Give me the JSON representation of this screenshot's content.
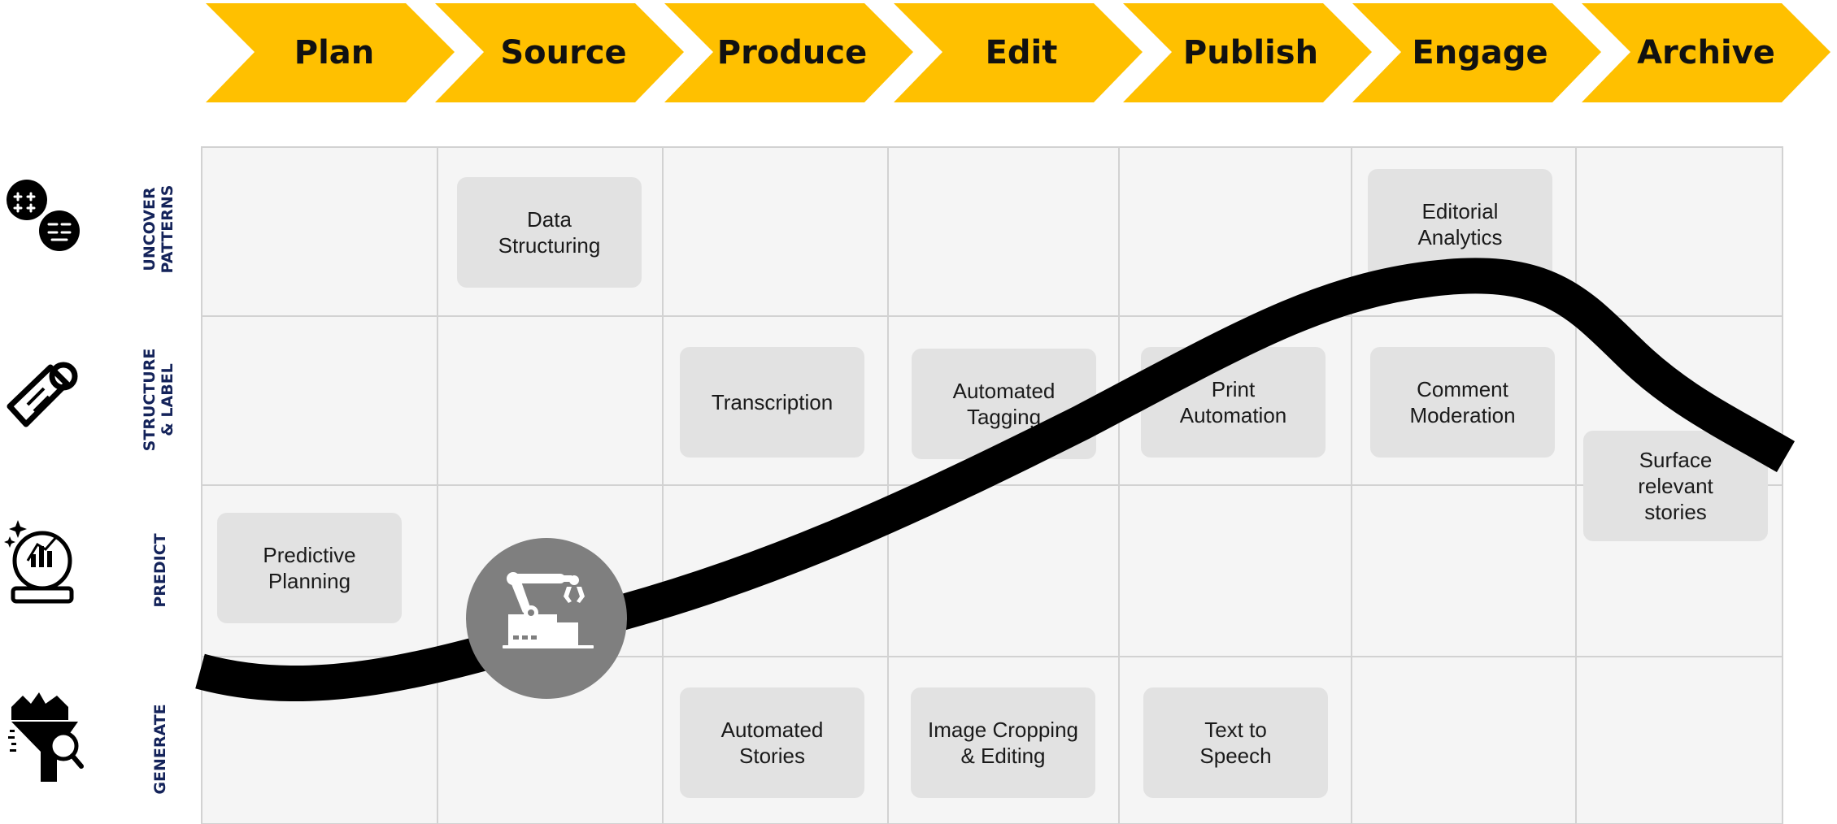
{
  "colors": {
    "accent": "#FFC000",
    "grid_bg": "#f5f5f5",
    "card_bg": "#e2e2e2",
    "row_label": "#14235a",
    "curve": "#000000",
    "badge": "#7f7f7f"
  },
  "stages": [
    "Plan",
    "Source",
    "Produce",
    "Edit",
    "Publish",
    "Engage",
    "Archive"
  ],
  "rows": [
    {
      "label_lines": [
        "UNCOVER",
        "PATTERNS"
      ],
      "icon": "patterns-icon"
    },
    {
      "label_lines": [
        "STRUCTURE",
        "& LABEL"
      ],
      "icon": "tag-icon"
    },
    {
      "label_lines": [
        "PREDICT"
      ],
      "icon": "crystal-ball-icon"
    },
    {
      "label_lines": [
        "GENERATE"
      ],
      "icon": "funnel-icon"
    }
  ],
  "cards": [
    {
      "text": "Data\nStructuring",
      "stage": "Source",
      "row": "UNCOVER PATTERNS"
    },
    {
      "text": "Editorial\nAnalytics",
      "stage": "Engage",
      "row": "UNCOVER PATTERNS"
    },
    {
      "text": "Transcription",
      "stage": "Produce",
      "row": "STRUCTURE & LABEL"
    },
    {
      "text": "Automated\nTagging",
      "stage": "Edit",
      "row": "STRUCTURE & LABEL"
    },
    {
      "text": "Print\nAutomation",
      "stage": "Publish",
      "row": "STRUCTURE & LABEL"
    },
    {
      "text": "Comment\nModeration",
      "stage": "Engage",
      "row": "STRUCTURE & LABEL"
    },
    {
      "text": "Surface\nrelevant\nstories",
      "stage": "Archive",
      "row": "STRUCTURE & LABEL / PREDICT"
    },
    {
      "text": "Predictive\nPlanning",
      "stage": "Plan",
      "row": "PREDICT"
    },
    {
      "text": "Automated\nStories",
      "stage": "Produce",
      "row": "GENERATE"
    },
    {
      "text": "Image Cropping\n& Editing",
      "stage": "Edit",
      "row": "GENERATE"
    },
    {
      "text": "Text to\nSpeech",
      "stage": "Publish",
      "row": "GENERATE"
    }
  ],
  "badge_icon": "robot-arm-icon"
}
